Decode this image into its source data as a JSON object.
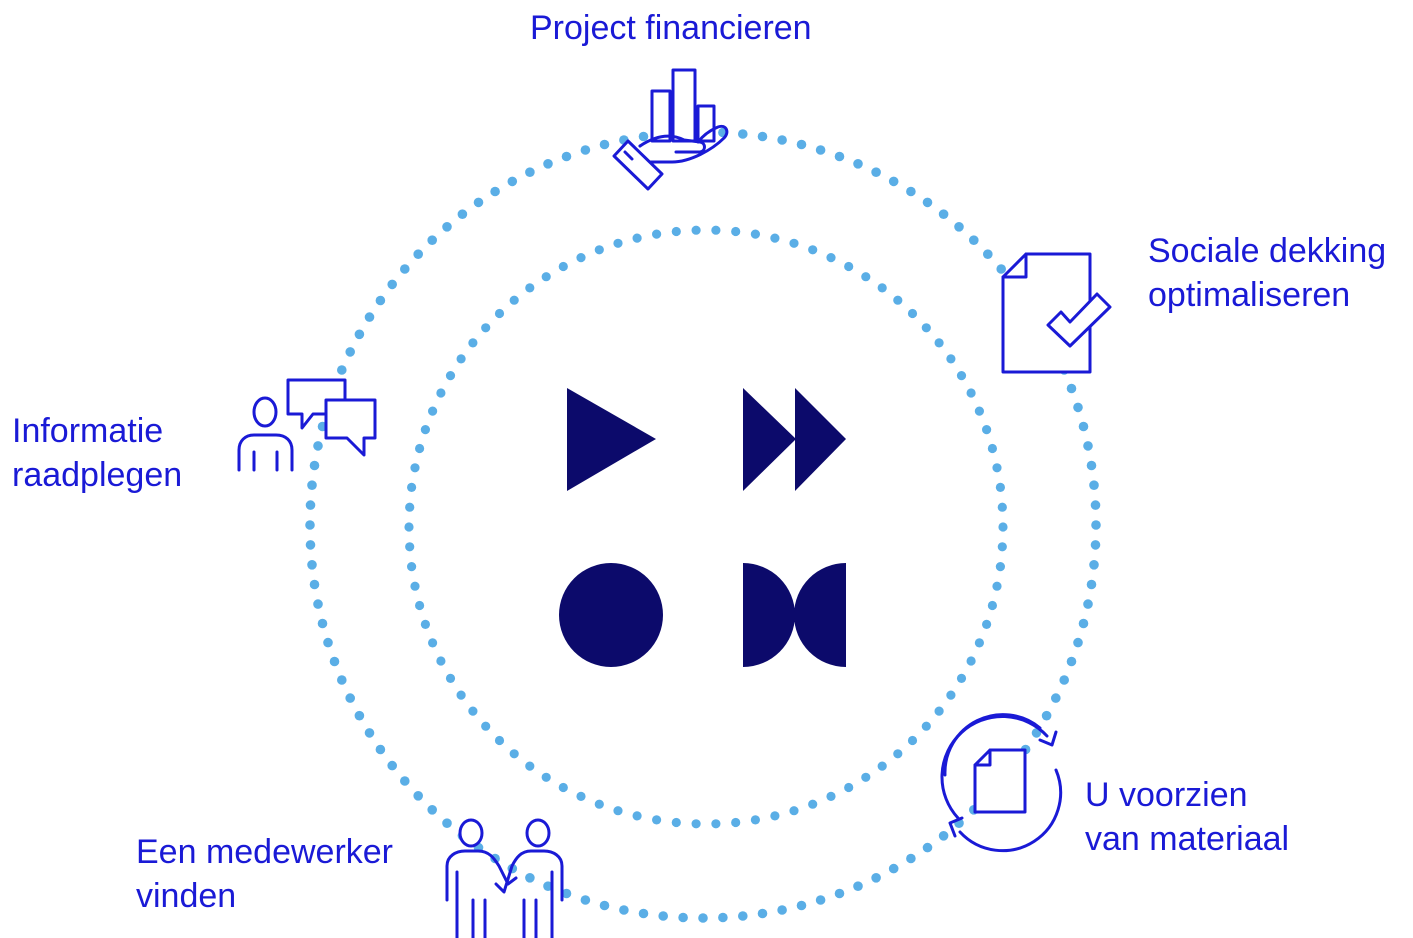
{
  "colors": {
    "dots": "#5aaee6",
    "icon_stroke": "#1a1ad6",
    "logo": "#0c0a6b",
    "text": "#1a1ad6"
  },
  "steps": [
    {
      "id": "top",
      "lines": [
        "Project financieren"
      ],
      "icon": "hand-chart-icon"
    },
    {
      "id": "right",
      "lines": [
        "Sociale dekking",
        "optimaliseren"
      ],
      "icon": "document-check-icon"
    },
    {
      "id": "br",
      "lines": [
        "U voorzien",
        "van materiaal"
      ],
      "icon": "document-refresh-icon"
    },
    {
      "id": "bl",
      "lines": [
        "Een medewerker",
        "vinden"
      ],
      "icon": "handshake-people-icon"
    },
    {
      "id": "left",
      "lines": [
        "Informatie",
        "raadplegen"
      ],
      "icon": "person-chat-icon"
    }
  ],
  "center_logo": {
    "icons": [
      "play-icon",
      "fast-forward-icon",
      "circle-icon",
      "half-circles-icon"
    ]
  }
}
